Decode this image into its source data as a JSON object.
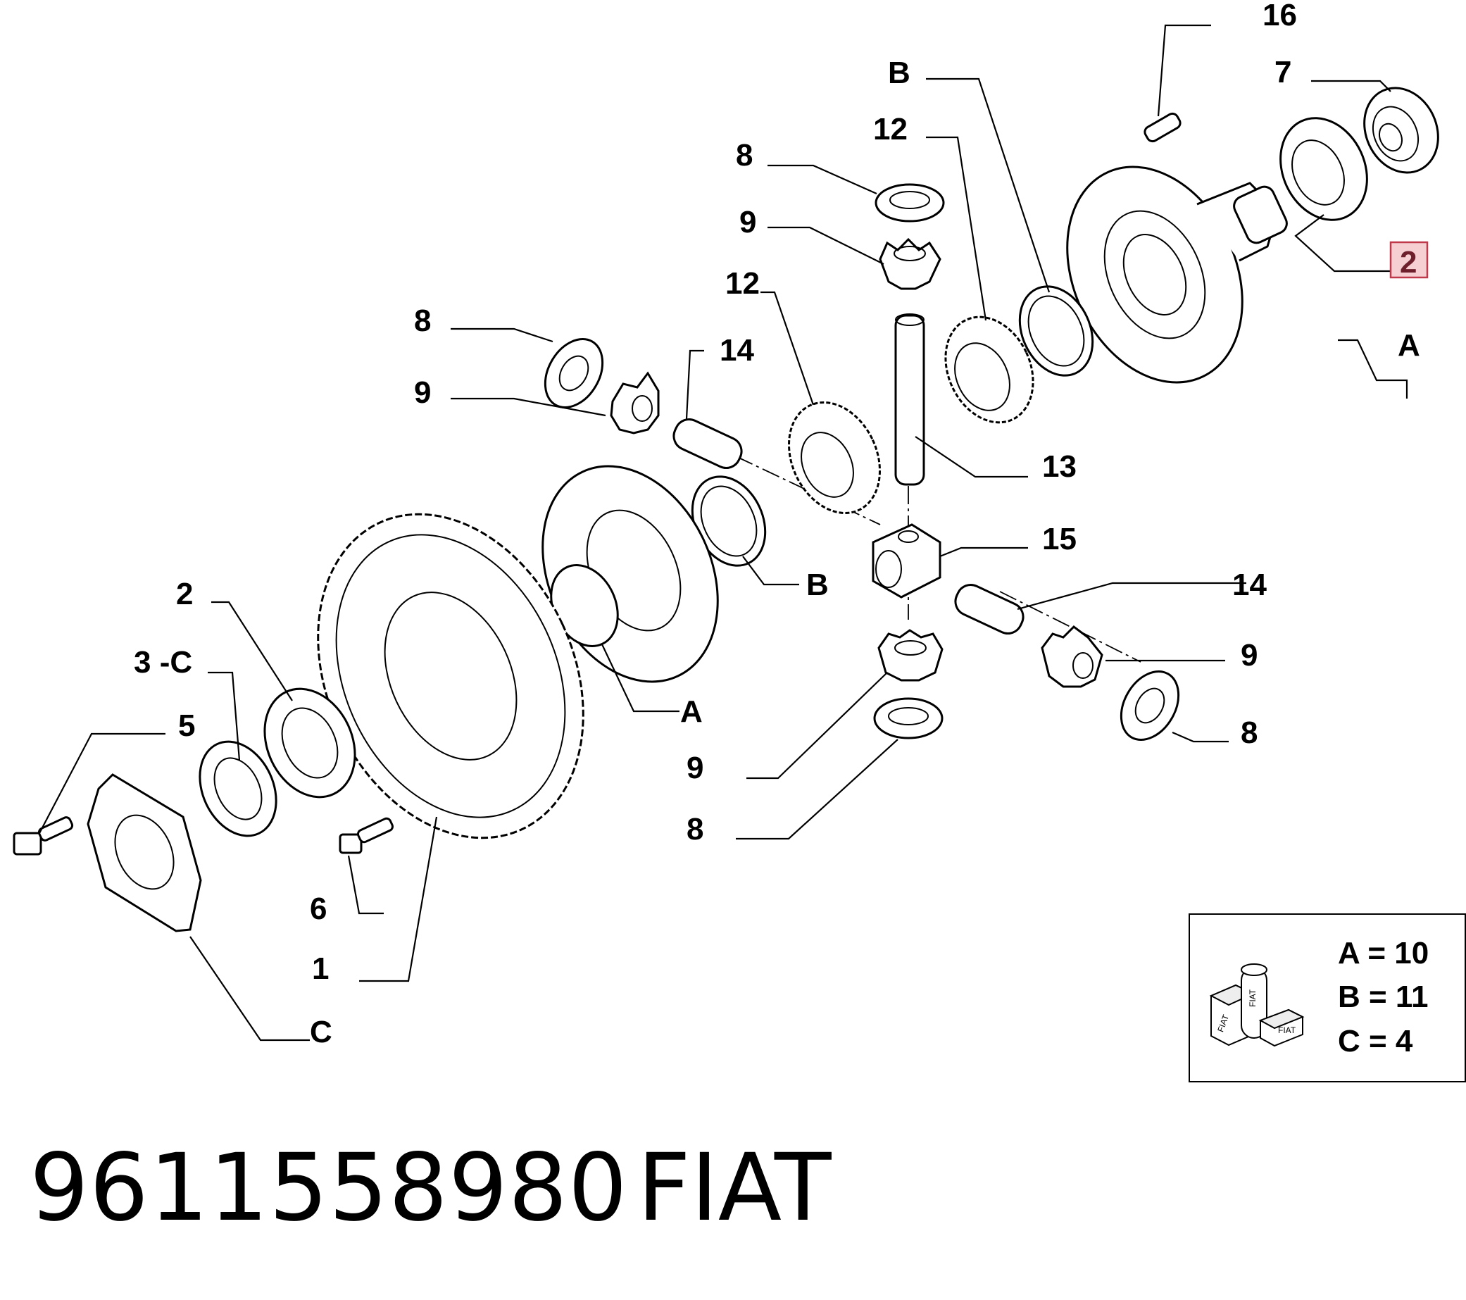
{
  "part_number": "9611558980",
  "brand": "FIAT",
  "labels": {
    "l16": "16",
    "l7": "7",
    "lB_top": "B",
    "l12_top": "12",
    "l8_top": "8",
    "l9_top": "9",
    "l2_highlight": "2",
    "l12_mid": "12",
    "lA_right": "A",
    "l8_left": "8",
    "l14_top": "14",
    "l9_left": "9",
    "l13": "13",
    "l15": "15",
    "lB_mid": "B",
    "l14_right": "14",
    "l2_left": "2",
    "l9_right": "9",
    "l3C": "3 -C",
    "lA_mid": "A",
    "l5": "5",
    "l8_right": "8",
    "l9_bottom": "9",
    "l8_bottom": "8",
    "l6": "6",
    "l1": "1",
    "lC": "C"
  },
  "legend": {
    "icon_text": "FIAT",
    "a": "A = 10",
    "b": "B = 11",
    "c": "C = 4"
  },
  "colors": {
    "highlight_fill": "#f6cfd3",
    "highlight_border": "#c0394b",
    "highlight_text": "#6d1f2b"
  }
}
